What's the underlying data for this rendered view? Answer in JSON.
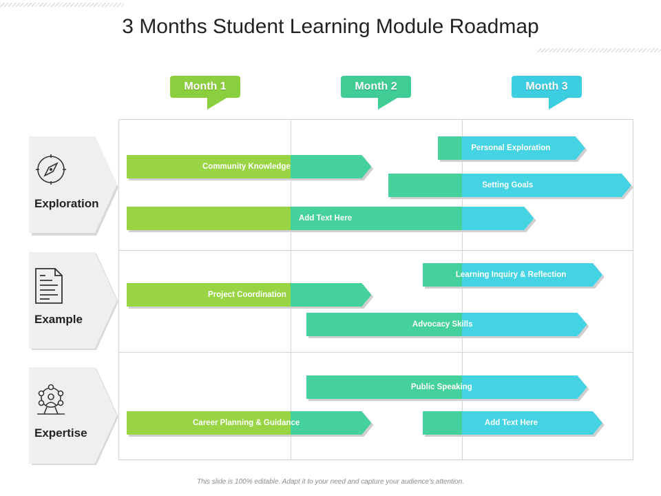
{
  "title": "3 Months Student Learning Module Roadmap",
  "footer": "This slide is 100% editable. Adapt it to your need and capture your audience's attention.",
  "colors": {
    "green": "#99d444",
    "teal": "#45d19c",
    "cyan": "#43d3e2",
    "grid": "#d4d4d4",
    "panel": "#efefef"
  },
  "months": [
    {
      "label": "Month 1",
      "color": "#8ccf3e"
    },
    {
      "label": "Month 2",
      "color": "#3fcc95"
    },
    {
      "label": "Month 3",
      "color": "#3dcde0"
    }
  ],
  "categories": [
    {
      "label": "Exploration",
      "icon": "compass-icon"
    },
    {
      "label": "Example",
      "icon": "document-icon"
    },
    {
      "label": "Expertise",
      "icon": "network-person-icon"
    }
  ],
  "bars": [
    {
      "label": "Community Knowledge",
      "start": 0.0,
      "end": 1.43,
      "category": "Exploration"
    },
    {
      "label": "Personal Exploration",
      "start": 1.82,
      "end": 2.68,
      "category": "Exploration"
    },
    {
      "label": "Setting Goals",
      "start": 1.53,
      "end": 2.95,
      "category": "Exploration"
    },
    {
      "label": "Add Text Here",
      "start": 0.0,
      "end": 2.38,
      "category": "Exploration"
    },
    {
      "label": "Learning Inquiry & Reflection",
      "start": 1.73,
      "end": 2.78,
      "category": "Example"
    },
    {
      "label": "Project Coordination",
      "start": 0.0,
      "end": 1.43,
      "category": "Example"
    },
    {
      "label": "Advocacy Skills",
      "start": 1.05,
      "end": 2.69,
      "category": "Example"
    },
    {
      "label": "Public Speaking",
      "start": 1.05,
      "end": 2.69,
      "category": "Expertise"
    },
    {
      "label": "Career Planning & Guidance",
      "start": 0.0,
      "end": 1.43,
      "category": "Expertise"
    },
    {
      "label": "Add Text Here",
      "start": 1.73,
      "end": 2.78,
      "category": "Expertise"
    }
  ]
}
